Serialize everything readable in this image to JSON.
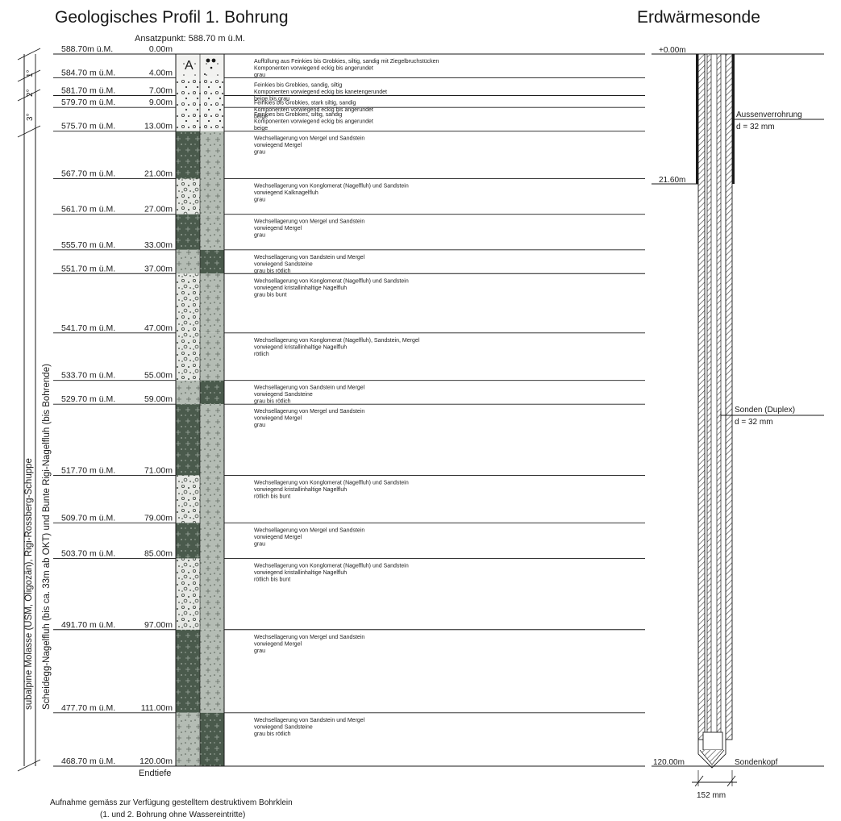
{
  "titles": {
    "profile": "Geologisches Profil 1. Bohrung",
    "probe": "Erdwärmesonde"
  },
  "ansatzpunkt": "Ansatzpunkt: 588.70 m ü.M.",
  "endtiefe": "Endtiefe",
  "footnote": {
    "line1": "Aufnahme gemäss zur Verfügung gestelltem destruktivem Bohrklein",
    "line2": "(1. und 2. Bohrung ohne Wassereintritte)"
  },
  "vertical_labels": {
    "outer": "subalpine Molasse (USM, Oligozän), Rigi-Rossberg-Schuppe",
    "inner": "Scheidegg-Nagelfluh (bis ca. 33m ab OKT) und Bunte Rigi-Nagelfluh (bis Bohrende)"
  },
  "segments": [
    "1°",
    "2°",
    "3°"
  ],
  "markers": {
    "a": "A"
  },
  "boundaries": [
    {
      "elev": "588.70m ü.M.",
      "depth": "0.00m"
    },
    {
      "elev": "584.70 m ü.M.",
      "depth": "4.00m"
    },
    {
      "elev": "581.70 m ü.M.",
      "depth": "7.00m"
    },
    {
      "elev": "579.70 m ü.M.",
      "depth": "9.00m"
    },
    {
      "elev": "575.70 m ü.M.",
      "depth": "13.00m"
    },
    {
      "elev": "567.70 m ü.M.",
      "depth": "21.00m"
    },
    {
      "elev": "561.70 m ü.M.",
      "depth": "27.00m"
    },
    {
      "elev": "555.70 m ü.M.",
      "depth": "33.00m"
    },
    {
      "elev": "551.70 m ü.M.",
      "depth": "37.00m"
    },
    {
      "elev": "541.70 m ü.M.",
      "depth": "47.00m"
    },
    {
      "elev": "533.70 m ü.M.",
      "depth": "55.00m"
    },
    {
      "elev": "529.70 m ü.M.",
      "depth": "59.00m"
    },
    {
      "elev": "517.70 m ü.M.",
      "depth": "71.00m"
    },
    {
      "elev": "509.70 m ü.M.",
      "depth": "79.00m"
    },
    {
      "elev": "503.70 m ü.M.",
      "depth": "85.00m"
    },
    {
      "elev": "491.70 m ü.M.",
      "depth": "97.00m"
    },
    {
      "elev": "477.70 m ü.M.",
      "depth": "111.00m"
    },
    {
      "elev": "468.70 m ü.M.",
      "depth": "120.00m"
    }
  ],
  "layers": [
    {
      "type": "fill",
      "desc": [
        "Auffüllung aus Feinkies bis Grobkies, siltig, sandig mit Ziegelbruchstücken",
        "Komponenten vorwiegend eckig bis angerundet",
        "grau"
      ]
    },
    {
      "type": "gravel",
      "desc": [
        "Feinkies bis Grobkies, sandig, siltig",
        "Komponenten vorwiegend eckig bis kanetengerundet",
        "beige bis grau"
      ]
    },
    {
      "type": "gravel",
      "desc": [
        "Feinkies bis Grobkies, stark siltig, sandig",
        "Komponenten vorwiegend eckig bis angerundet",
        "beige"
      ]
    },
    {
      "type": "gravel",
      "desc": [
        "Feinkies bis Grobkies, siltig, sandig",
        "Komponenten vorwiegend eckig bis angerundet",
        "beige"
      ]
    },
    {
      "type": "marl",
      "desc": [
        "Wechsellagerung von Mergel und Sandstein",
        "vorwiegend Mergel",
        "grau"
      ]
    },
    {
      "type": "congl",
      "desc": [
        "Wechsellagerung von Konglomerat (Nagelfluh) und Sandstein",
        "vorwiegend Kalknagelfluh",
        "grau"
      ]
    },
    {
      "type": "marl",
      "desc": [
        "Wechsellagerung von Mergel und Sandstein",
        "vorwiegend Mergel",
        "grau"
      ]
    },
    {
      "type": "sand",
      "desc": [
        "Wechsellagerung von Sandstein und Mergel",
        "vorwiegend Sandsteine",
        "grau bis rötlich"
      ]
    },
    {
      "type": "congl",
      "desc": [
        "Wechsellagerung von Konglomerat (Nagelfluh) und Sandstein",
        "vorwiegend kristallinhaltige Nagelfluh",
        "grau bis bunt"
      ]
    },
    {
      "type": "congl",
      "desc": [
        "Wechsellagerung von Konglomerat (Nagelfluh), Sandstein, Mergel",
        "vorwiegend kristallinhaltige Nagelfluh",
        "rötlich"
      ]
    },
    {
      "type": "sand",
      "desc": [
        "Wechsellagerung von Sandstein und Mergel",
        "vorwiegend Sandsteine",
        "grau bis rötlich"
      ]
    },
    {
      "type": "marl",
      "desc": [
        "Wechsellagerung von Mergel und Sandstein",
        "vorwiegend Mergel",
        "grau"
      ]
    },
    {
      "type": "congl",
      "desc": [
        "Wechsellagerung von Konglomerat (Nagelfluh) und Sandstein",
        "vorwiegend kristallinhaltige Nagelfluh",
        "rötlich bis bunt"
      ]
    },
    {
      "type": "marl",
      "desc": [
        "Wechsellagerung von Mergel und Sandstein",
        "vorwiegend Mergel",
        "grau"
      ]
    },
    {
      "type": "congl",
      "desc": [
        "Wechsellagerung von Konglomerat (Nagelfluh) und Sandstein",
        "vorwiegend kristallinhaltige Nagelfluh",
        "rötlich bis bunt"
      ]
    },
    {
      "type": "marl",
      "desc": [
        "Wechsellagerung von Mergel und Sandstein",
        "vorwiegend Mergel",
        "grau"
      ]
    },
    {
      "type": "sand",
      "desc": [
        "Wechsellagerung von Sandstein und Mergel",
        "vorwiegend Sandsteine",
        "grau bis rötlich"
      ]
    }
  ],
  "probe": {
    "top_label": "+0.00m",
    "casing_label": "21.60m",
    "bottom_label": "120.00m",
    "casing_depth_m": 21.6,
    "total_depth_m": 120,
    "annotations": {
      "casing_name": "Aussenverrohrung",
      "casing_d": "d = 32 mm",
      "probe_name": "Sonden (Duplex)",
      "probe_d": "d = 32 mm",
      "head": "Sondenkopf",
      "width": "152 mm"
    }
  },
  "colors": {
    "line": "#1a1a1a",
    "marl_dark": "#4a5a4c",
    "sand_light": "#b4bcb4",
    "congl_light": "#e6e8e4",
    "fill_light": "#f2f2f0"
  }
}
